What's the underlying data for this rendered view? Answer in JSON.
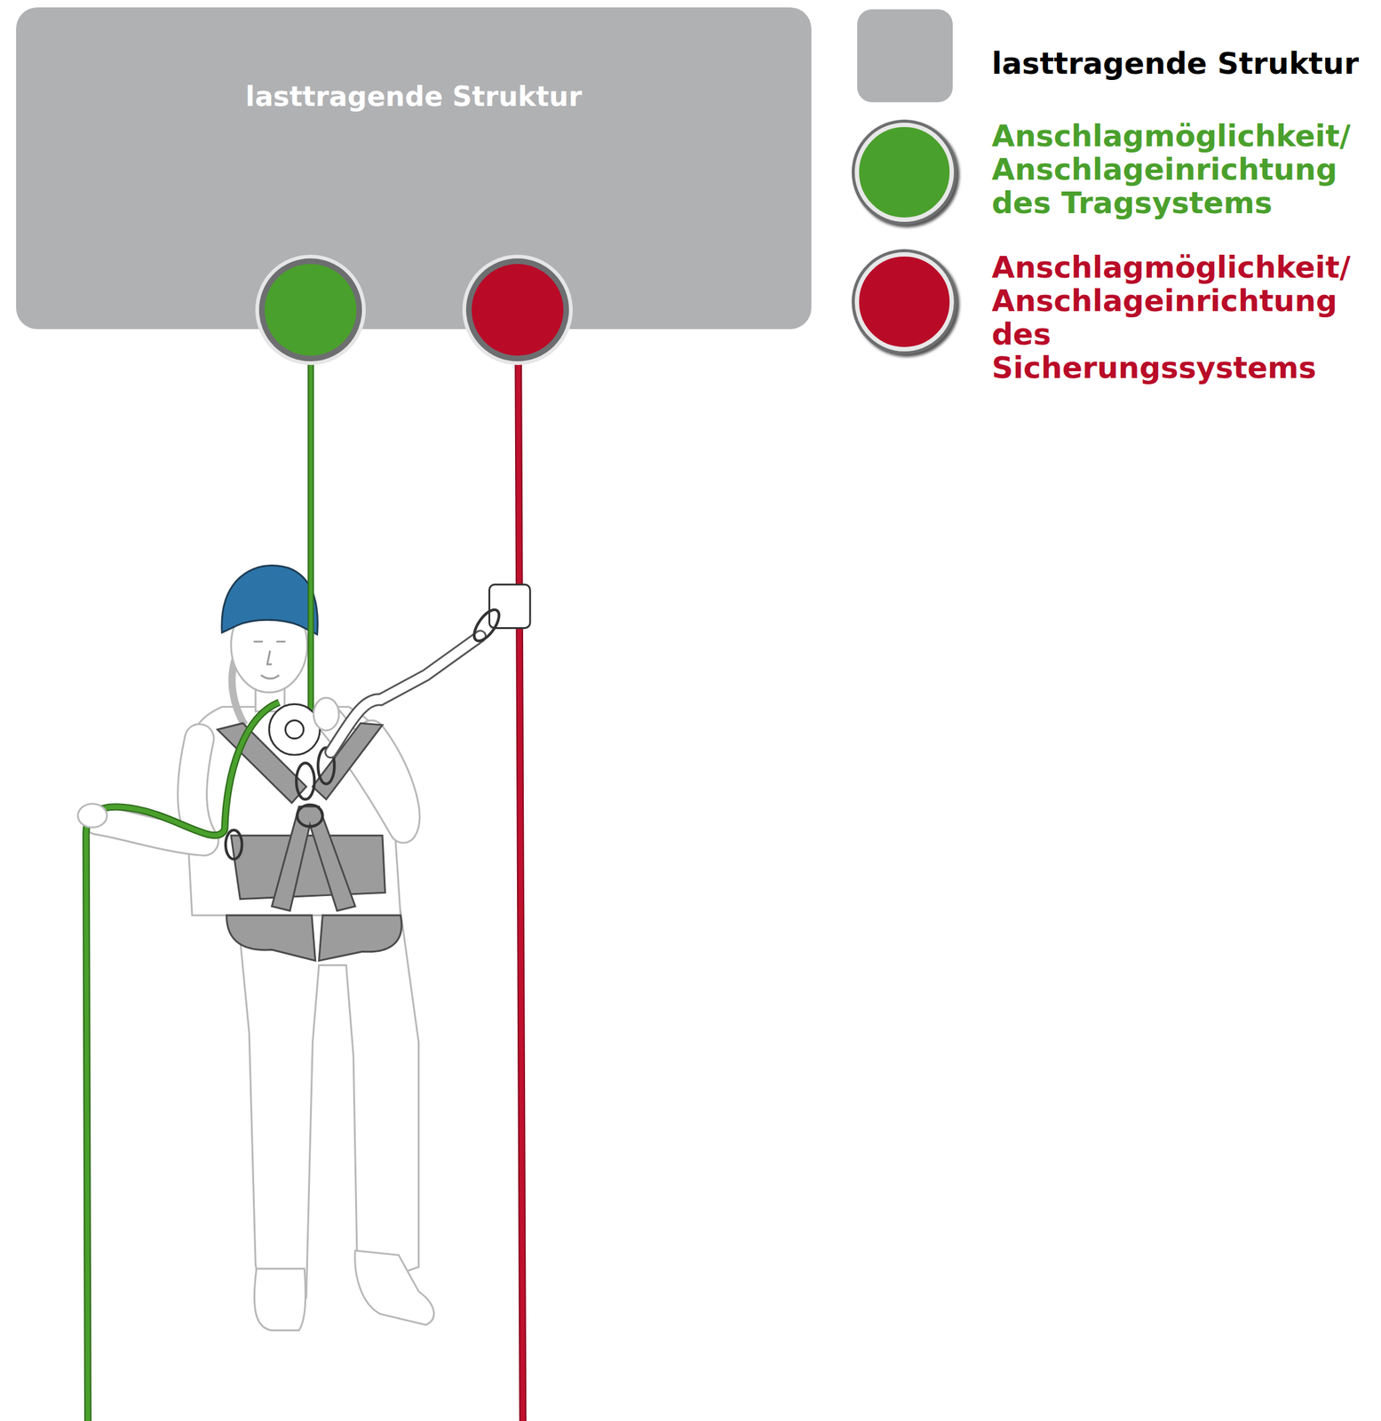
{
  "diagram": {
    "nodes": [
      {
        "text": [
          "lasttragende Struktur"
        ]
      }
    ],
    "legend": [
      {
        "text": "lasttragende Struktur",
        "color": "#b0b1b3"
      },
      {
        "text": "Anschlagmöglichkeit/ Anschlageinrichtung des Tragsystems",
        "color": "#4aa02c"
      },
      {
        "text": "Anschlagmöglichkeit/ Anschlageinrichtung des Sicherungssystems",
        "color": "#b90b28"
      }
    ]
  }
}
